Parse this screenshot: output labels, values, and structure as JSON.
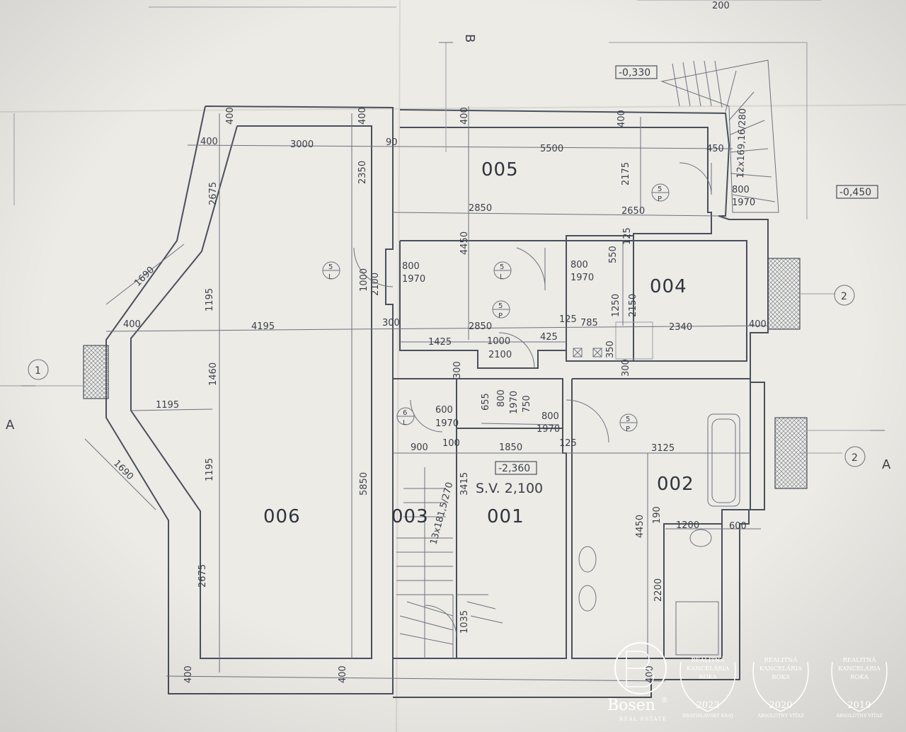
{
  "rooms": {
    "r001": "001",
    "r002": "002",
    "r003": "003",
    "r004": "004",
    "r005": "005",
    "r006": "006"
  },
  "levels": {
    "l1": "-0,330",
    "l2": "-0,450",
    "l3": "-2,360",
    "sv": "S.V. 2,100"
  },
  "section_marks": {
    "a": "A",
    "b": "B",
    "n1": "1",
    "n2": "2"
  },
  "door_marks": {
    "p": "P",
    "l": "L",
    "five": "5",
    "six": "6"
  },
  "dimensions": {
    "d200": "200",
    "d400": "400",
    "d3000": "3000",
    "d5500": "5500",
    "d2350": "2350",
    "d2675": "2675",
    "d2175": "2175",
    "d450": "450",
    "d2850": "2850",
    "d2650": "2650",
    "d4450": "4450",
    "d800": "800",
    "d1970": "1970",
    "d550": "550",
    "d125": "125",
    "d1690": "1690",
    "d1195": "1195",
    "d1000": "1000",
    "d2100": "2100",
    "d4195": "4195",
    "d300": "300",
    "d1425": "1425",
    "d425": "425",
    "d785": "785",
    "d2340": "2340",
    "d1250": "1250",
    "d2150": "2150",
    "d350": "350",
    "d1460": "1460",
    "d655": "655",
    "d750": "750",
    "d600": "600",
    "d900": "900",
    "d100": "100",
    "d1850": "1850",
    "d3125": "3125",
    "d5850": "5850",
    "d3415": "3415",
    "d1200": "1200",
    "d190": "190",
    "d2200": "2200",
    "d1035": "1035",
    "stair1": "13x181,5/270",
    "stair2": "12x169,16/280",
    "d90": "90"
  },
  "brand": {
    "name": "Bosen",
    "registered": "®",
    "tagline": "REAL ESTATE"
  },
  "awards": [
    {
      "line1": "REALITNÁ",
      "line2": "KANCELÁRIA",
      "line3": "ROKA",
      "year": "2023",
      "sub": "BRATISLAVSKÝ KRAJ"
    },
    {
      "line1": "REALITNÁ",
      "line2": "KANCELÁRIA",
      "line3": "ROKA",
      "year": "2020",
      "sub": "ABSOLÚTNY VÍŤAZ"
    },
    {
      "line1": "REALITNÁ",
      "line2": "KANCELÁRIA",
      "line3": "ROKA",
      "year": "2019",
      "sub": "ABSOLÚTNY VÍŤAZ"
    }
  ]
}
